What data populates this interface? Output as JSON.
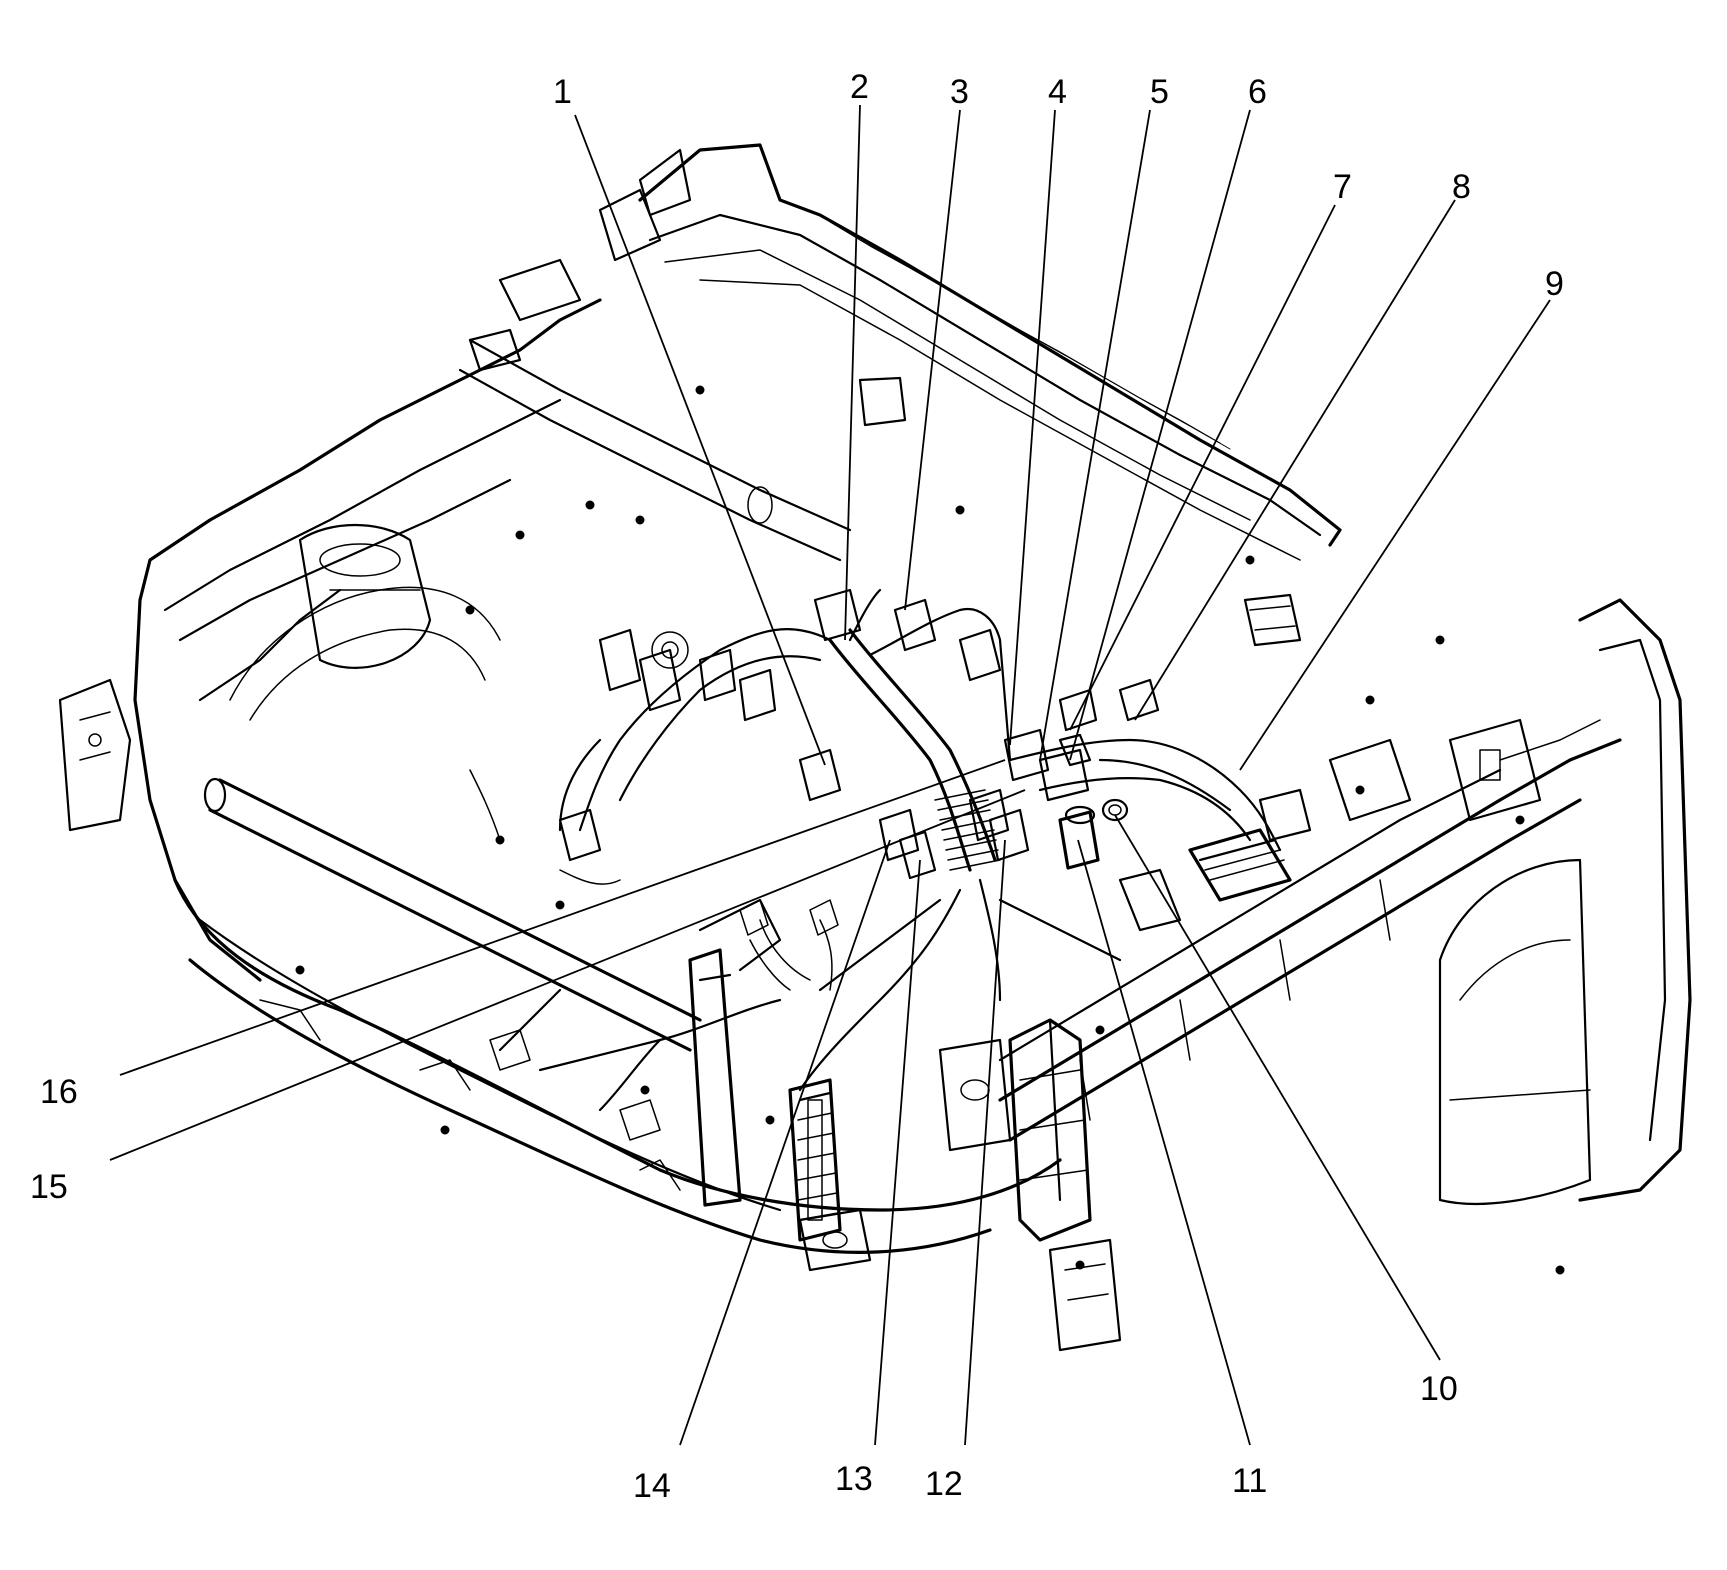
{
  "callouts": [
    {
      "number": "1"
    },
    {
      "number": "2"
    },
    {
      "number": "3"
    },
    {
      "number": "4"
    },
    {
      "number": "5"
    },
    {
      "number": "6"
    },
    {
      "number": "7"
    },
    {
      "number": "8"
    },
    {
      "number": "9"
    },
    {
      "number": "10"
    },
    {
      "number": "11"
    },
    {
      "number": "12"
    },
    {
      "number": "13"
    },
    {
      "number": "14"
    },
    {
      "number": "15"
    },
    {
      "number": "16"
    }
  ]
}
